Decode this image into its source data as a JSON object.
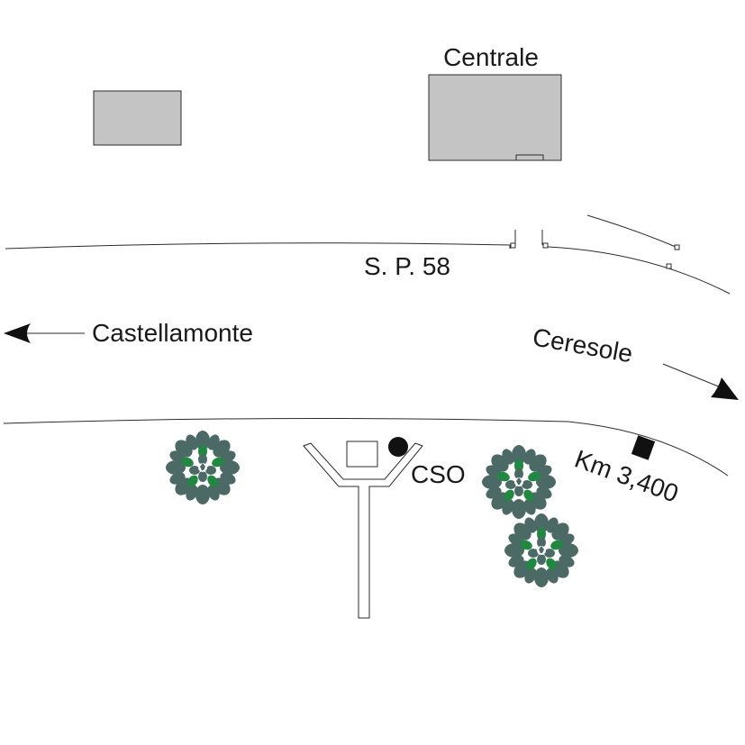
{
  "map": {
    "labels": {
      "central_building": "Centrale",
      "road": "S. P. 58",
      "west_direction": "Castellamonte",
      "east_direction": "Ceresole",
      "station": "CSO",
      "kilometer_marker": "Km 3,400"
    }
  },
  "colors": {
    "building_fill": "#c4c4c4",
    "outline": "#2b2b2b",
    "tree_dark": "#4b6a66",
    "tree_light": "#1f8a3f",
    "marker": "#111111"
  },
  "icons": {
    "tree": "tree-icon",
    "west_arrow": "arrow-left-icon",
    "east_arrow": "arrow-down-right-icon",
    "station": "station-dot-icon",
    "kilometer_marker": "km-marker-icon"
  }
}
